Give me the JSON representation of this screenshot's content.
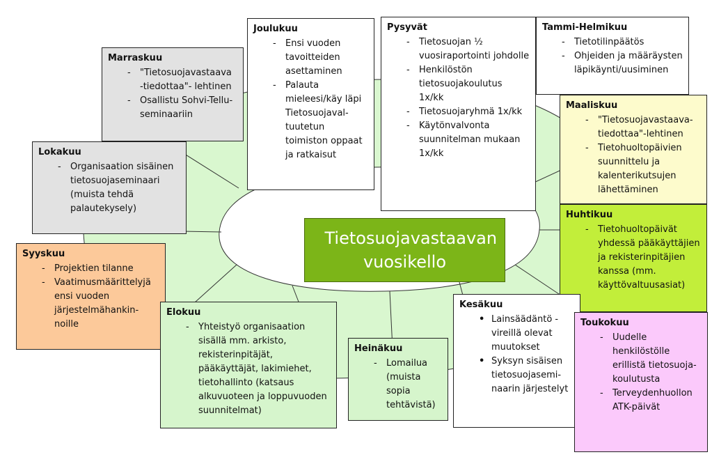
{
  "title": "Tietosuojavastaavan vuosikello",
  "colors": {
    "wheel_fill": "#d9f7cf",
    "wheel_stroke": "#333333",
    "title_bg": "#7cb518",
    "white": "#ffffff",
    "grey": "#e2e2e2",
    "orange": "#fcc99a",
    "light_green": "#d6f5cc",
    "yellow": "#fdfbcc",
    "lime": "#c2ee3a",
    "pink": "#fbc9fb"
  },
  "months": [
    {
      "name": "Joulukuu",
      "items": [
        "Ensi vuoden tavoitteiden asettaminen",
        "Palauta mieleesi/käy läpi Tietosuojaval-tuutetun toimiston oppaat ja ratkaisut"
      ]
    },
    {
      "name": "Pysyvät",
      "items": [
        "Tietosuojan ½ vuosiraportointi johdolle",
        "Henkilöstön tietosuojakoulutus 1x/kk",
        "Tietosuojaryhmä 1x/kk",
        "Käytönvalvonta suunnitelman mukaan 1x/kk"
      ]
    },
    {
      "name": "Tammi-Helmikuu",
      "items": [
        "Tietotilinpäätös",
        "Ohjeiden ja määräysten läpikäynti/uusiminen"
      ]
    },
    {
      "name": "Marraskuu",
      "items": [
        "\"Tietosuojavastaava -tiedottaa\"- lehtinen",
        "Osallistu Sohvi-Tellu-seminaariin"
      ]
    },
    {
      "name": "Lokakuu",
      "items": [
        "Organisaation sisäinen tietosuojaseminaari (muista tehdä palautekysely)"
      ]
    },
    {
      "name": "Maaliskuu",
      "items": [
        "\"Tietosuojavastaava-tiedottaa\"-lehtinen",
        "Tietohuoltopäivien suunnittelu ja kalenterikutsujen lähettäminen"
      ]
    },
    {
      "name": "Huhtikuu",
      "items": [
        "Tietohuoltopäivät yhdessä pääkäyttäjien ja rekisterinpitäjien kanssa (mm. käyttövaltuusasiat)"
      ]
    },
    {
      "name": "Syyskuu",
      "items": [
        "Projektien tilanne",
        "Vaatimusmäärittelyjä ensi vuoden järjestelmähankin-noille"
      ]
    },
    {
      "name": "Elokuu",
      "items": [
        "Yhteistyö organisaation sisällä mm. arkisto, rekisterinpitäjät, pääkäyttäjät, lakimiehet, tietohallinto (katsaus alkuvuoteen ja loppuvuoden suunnitelmat)"
      ]
    },
    {
      "name": "Heinäkuu",
      "items": [
        "Lomailua (muista sopia tehtävistä)"
      ]
    },
    {
      "name": "Kesäkuu",
      "items": [
        "Lainsäädäntö -vireillä olevat muutokset",
        "Syksyn sisäisen tietosuojasemi-naarin järjestelyt"
      ]
    },
    {
      "name": "Toukokuu",
      "items": [
        "Uudelle henkilöstölle erillistä tietosuoja-koulutusta",
        "Terveydenhuollon ATK-päivät"
      ]
    }
  ]
}
